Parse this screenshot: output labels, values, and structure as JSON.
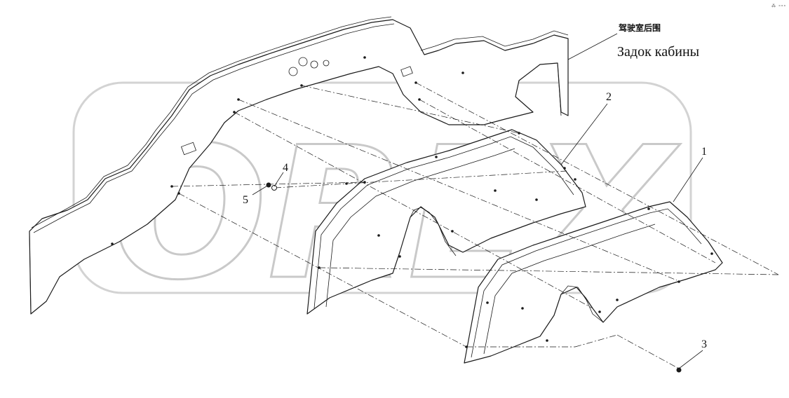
{
  "title": {
    "chinese": "驾驶室后围",
    "russian": "Задок кабины"
  },
  "callouts": [
    {
      "number": "1"
    },
    {
      "number": "2"
    },
    {
      "number": "3"
    },
    {
      "number": "4"
    },
    {
      "number": "5"
    }
  ],
  "watermark": "OREX",
  "corner_mark": "⁂ ∘∘∘"
}
